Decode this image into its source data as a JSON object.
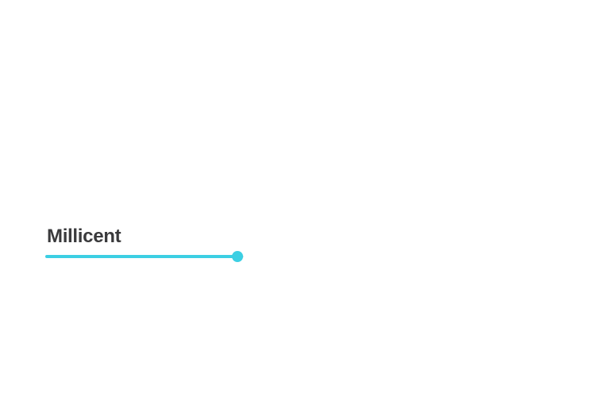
{
  "field": {
    "label": "Millicent"
  },
  "slider": {
    "value": 100,
    "min": 0,
    "max": 100,
    "accent_color": "#3ccfe3"
  }
}
